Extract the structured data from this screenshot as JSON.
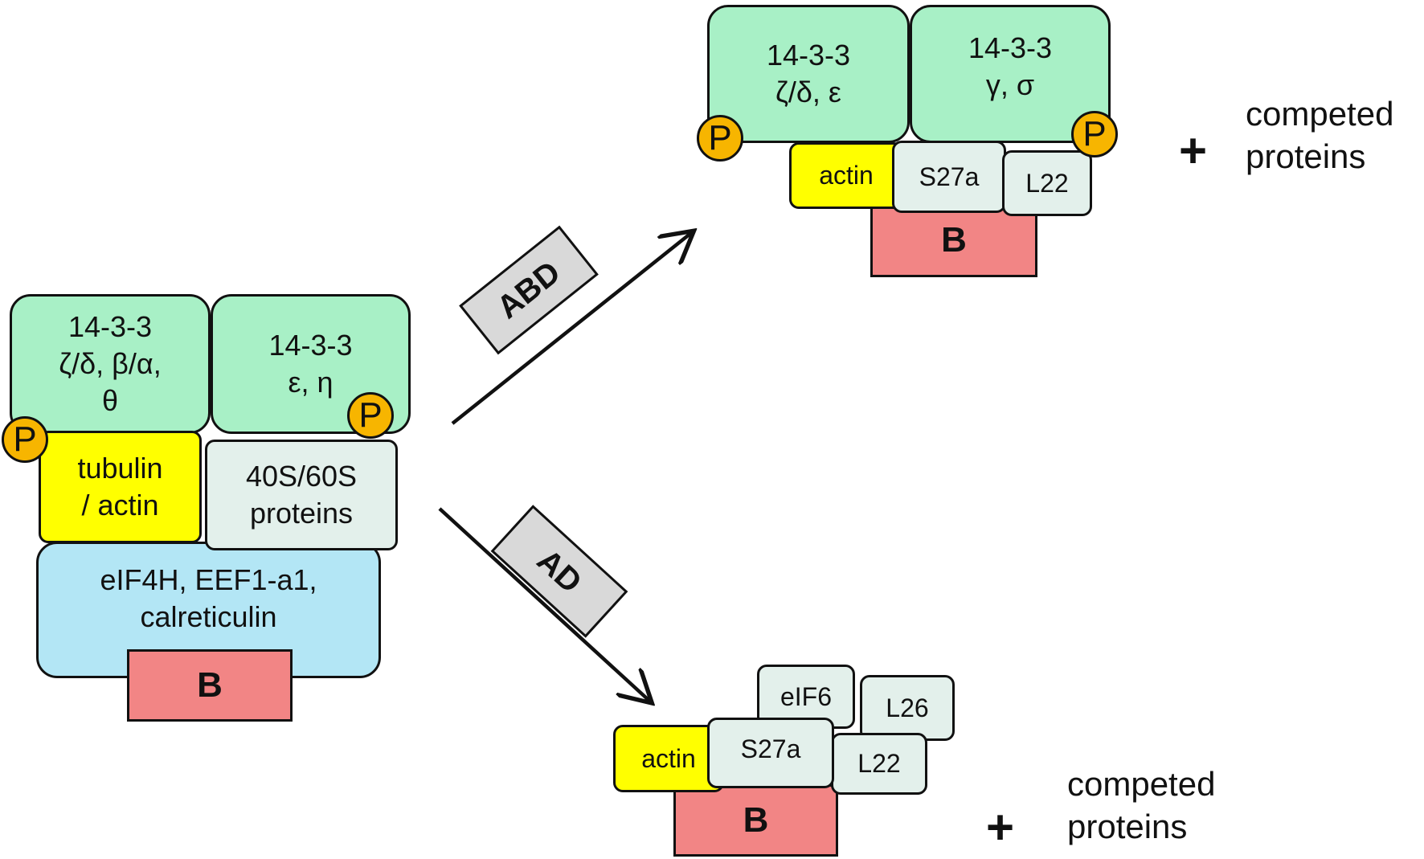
{
  "start_complex": {
    "green_left": "14-3-3\nζ/δ, β/α,\nθ",
    "green_right": "14-3-3\nε, η",
    "yellow": "tubulin\n/ actin",
    "grey": "40S/60S\nproteins",
    "blue": "eIF4H, EEF1-a1,\ncalreticulin",
    "bait": "B",
    "phospho_left": "P",
    "phospho_right": "P"
  },
  "abd_label": "ABD",
  "ad_label": "AD",
  "abd_complex": {
    "green_left": "14-3-3\nζ/δ, ε",
    "green_right": "14-3-3\nγ, σ",
    "actin": "actin",
    "s27a": "S27a",
    "l22": "L22",
    "bait": "B",
    "phospho_left": "P",
    "phospho_right": "P"
  },
  "ad_complex": {
    "eif6": "eIF6",
    "l26": "L26",
    "actin": "actin",
    "s27a": "S27a",
    "l22": "L22",
    "bait": "B"
  },
  "top_result": {
    "plus": "+",
    "text": "competed\nproteins"
  },
  "bottom_result": {
    "plus": "+",
    "text": "competed\nproteins"
  }
}
